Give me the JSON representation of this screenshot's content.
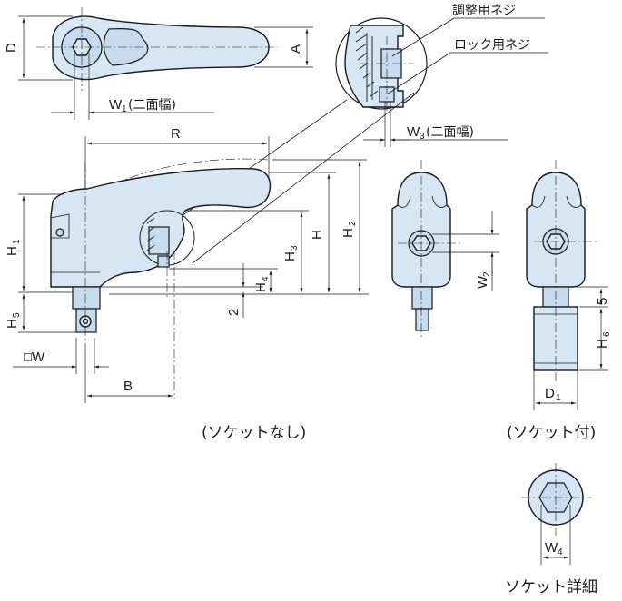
{
  "labels": {
    "D": "D",
    "A": "A",
    "W1": "W",
    "W1_sub": "1",
    "W1_note": "(二面幅)",
    "R": "R",
    "W3": "W",
    "W3_sub": "3",
    "W3_note": "(二面幅)",
    "adjust_screw": "調整用ネジ",
    "lock_screw": "ロック用ネジ",
    "H1": "H",
    "H1_sub": "1",
    "H": "H",
    "H2": "H",
    "H2_sub": "2",
    "H3": "H",
    "H3_sub": "3",
    "H4": "H",
    "H4_sub": "4",
    "H5": "H",
    "H5_sub": "5",
    "H6": "H",
    "H6_sub": "6",
    "two": "2",
    "five": "5",
    "W2": "W",
    "W2_sub": "2",
    "squareW": "□W",
    "B": "B",
    "D1": "D",
    "D1_sub": "1",
    "W4": "W",
    "W4_sub": "4"
  },
  "captions": {
    "no_socket": "(ソケットなし)",
    "with_socket": "(ソケット付)",
    "socket_detail": "ソケット詳細"
  },
  "colors": {
    "part_fill": "#d6e6f4",
    "line": "#1a1a1a",
    "background": "#ffffff"
  }
}
